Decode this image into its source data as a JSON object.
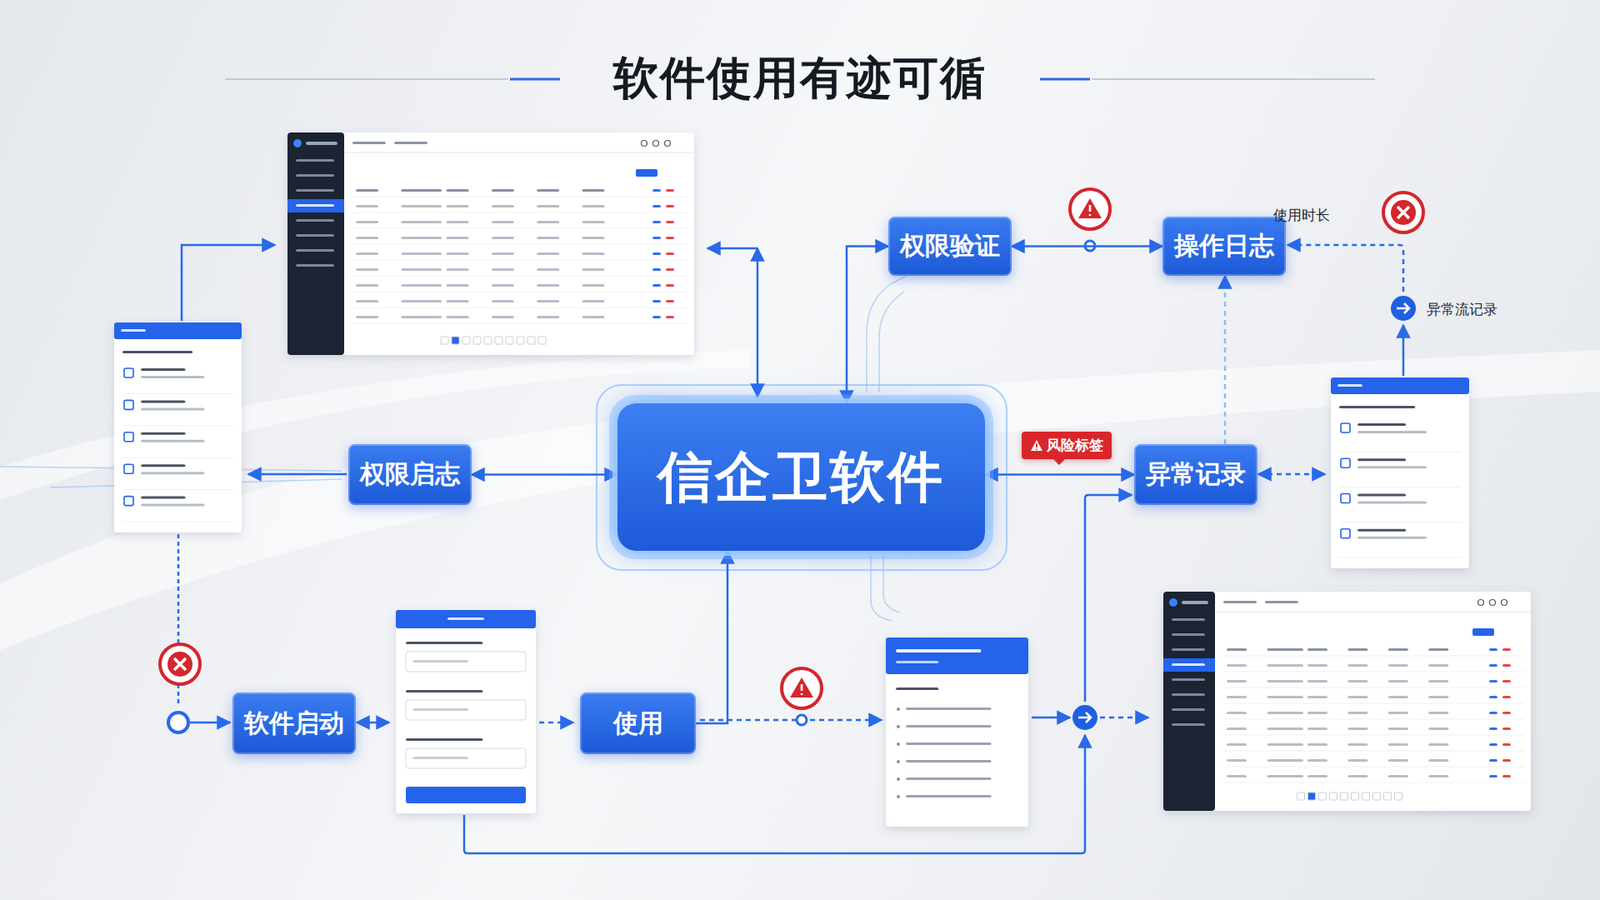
{
  "diagram": {
    "title": "软件使用有迹可循",
    "nodes": [
      {
        "text": [
          "权限验证"
        ]
      },
      {
        "text": [
          "操作日志"
        ]
      },
      {
        "text": [
          "信企卫软件"
        ]
      },
      {
        "text": [
          "风险标签"
        ]
      },
      {
        "text": [
          "权限启志"
        ]
      },
      {
        "text": [
          "异常记录"
        ]
      },
      {
        "text": [
          "软件启动"
        ]
      },
      {
        "text": [
          "使用"
        ]
      }
    ],
    "edges": [
      {
        "from": 4,
        "to": 2,
        "arrow": "both"
      },
      {
        "from": 0,
        "to": 2,
        "arrow": "both"
      },
      {
        "from": 0,
        "to": 1,
        "arrow": "both"
      },
      {
        "from": 2,
        "to": 5,
        "arrow": "both"
      },
      {
        "from": 7,
        "to": 2,
        "arrow": "to"
      },
      {
        "from": 5,
        "to": 1,
        "arrow": "to"
      }
    ],
    "labels": [
      "使用时长",
      "异常流记录"
    ]
  }
}
